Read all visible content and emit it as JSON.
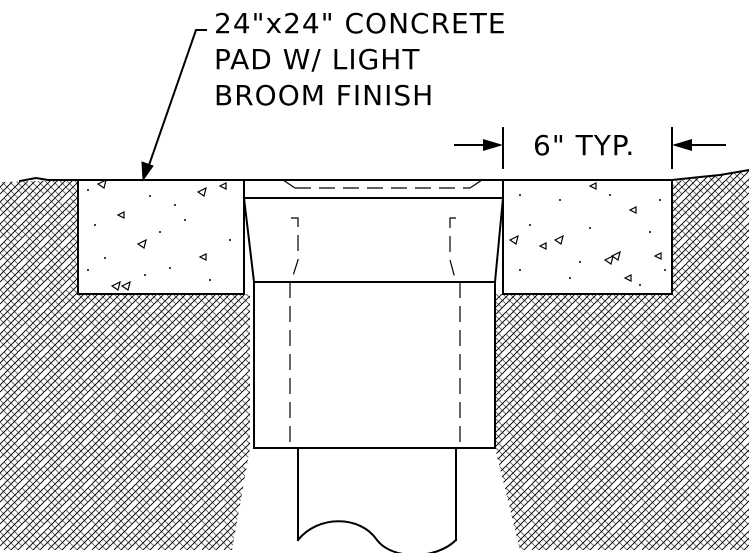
{
  "callout": {
    "line1": "24\"x24\" CONCRETE",
    "line2": "PAD W/ LIGHT",
    "line3": "BROOM FINISH"
  },
  "dimension": {
    "label": "6\" TYP."
  }
}
